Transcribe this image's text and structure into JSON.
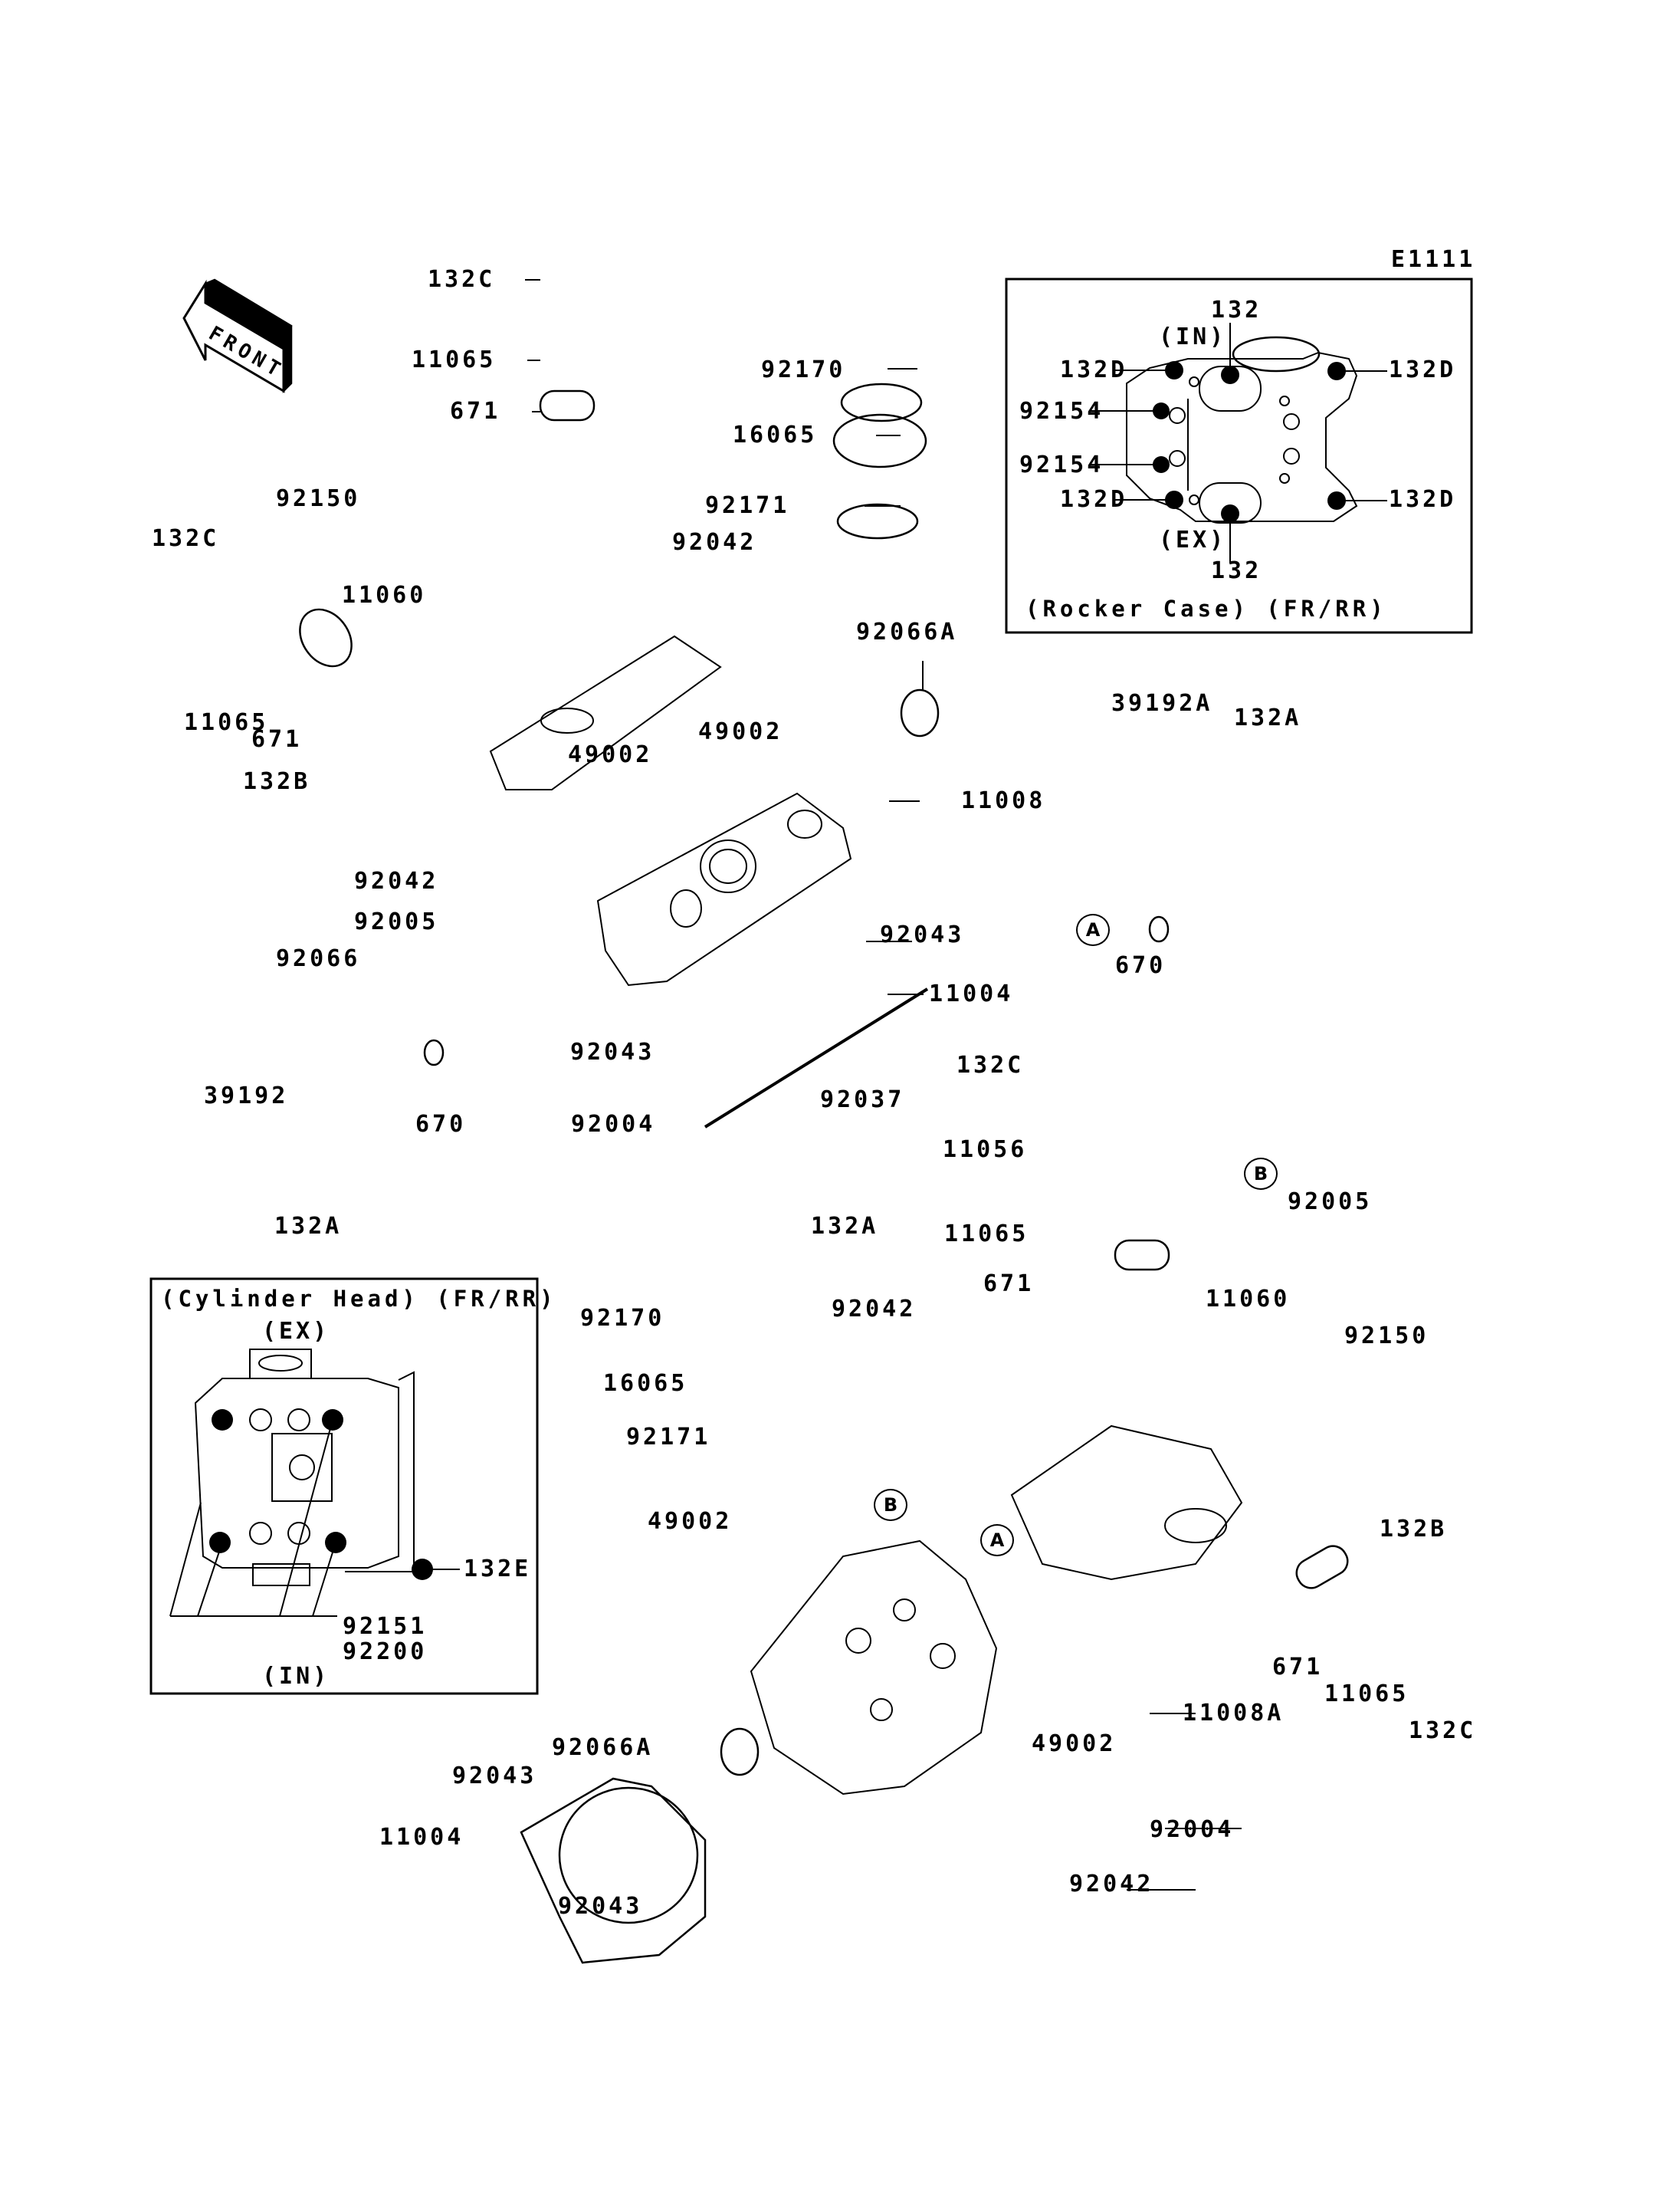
{
  "diagram": {
    "title": "Cylinder Head (Front/Rear) exploded parts diagram",
    "code": "E1111",
    "front_badge": "FRONT",
    "reference_markers": [
      "A",
      "B"
    ]
  },
  "insets": {
    "rocker_case": {
      "caption": "(Rocker Case) (FR/RR)",
      "intake_label": "(IN)",
      "exhaust_label": "(EX)",
      "parts": [
        "132",
        "132D",
        "132D",
        "92154",
        "92154",
        "132D",
        "132D",
        "132"
      ]
    },
    "cylinder_head": {
      "caption": "(Cylinder Head) (FR/RR)",
      "exhaust_label": "(EX)",
      "intake_label": "(IN)",
      "parts": [
        "132E",
        "92151",
        "92200"
      ]
    }
  },
  "callouts": {
    "upper_left": [
      "132C",
      "11065",
      "671",
      "92150",
      "132C",
      "11060",
      "11065",
      "671",
      "132B",
      "49002",
      "92042",
      "92005",
      "92066",
      "39192",
      "670",
      "92004",
      "92043",
      "132A"
    ],
    "upper_center": [
      "92170",
      "16065",
      "92171",
      "92042",
      "92066A",
      "49002",
      "11008",
      "92043",
      "11004"
    ],
    "right_middle": [
      "39192A",
      "132A",
      "670",
      "132C",
      "11056",
      "11065",
      "671",
      "92005",
      "11060",
      "92150",
      "132B",
      "671",
      "11065",
      "132C"
    ],
    "lower": [
      "92037",
      "132A",
      "92170",
      "92042",
      "16065",
      "92171",
      "49002",
      "92066A",
      "92043",
      "11004",
      "92043",
      "49002",
      "11008A",
      "92004",
      "92042"
    ]
  },
  "labels": {
    "l_132c_top": "132C",
    "l_11065_top": "11065",
    "l_671_top": "671",
    "l_92150_ul": "92150",
    "l_132c_ul": "132C",
    "l_11060_ul": "11060",
    "l_11065_ul": "11065",
    "l_671_ul": "671",
    "l_132b_ul": "132B",
    "l_92170_u": "92170",
    "l_16065_u": "16065",
    "l_92171_u": "92171",
    "l_92042_u": "92042",
    "l_92066a_u": "92066A",
    "l_49002_u1": "49002",
    "l_49002_u2": "49002",
    "l_11008": "11008",
    "l_92042_l": "92042",
    "l_92005_l": "92005",
    "l_92066_l": "92066",
    "l_92043_u": "92043",
    "l_11004_u": "11004",
    "l_92043_m": "92043",
    "l_39192": "39192",
    "l_670_l": "670",
    "l_92004_l": "92004",
    "l_132a_l": "132A",
    "l_39192a": "39192A",
    "l_132a_r": "132A",
    "l_670_r": "670",
    "l_92037": "92037",
    "l_132c_r": "132C",
    "l_11056": "11056",
    "l_11065_r": "11065",
    "l_671_r": "671",
    "l_92005_r": "92005",
    "l_132a_m": "132A",
    "l_11060_r": "11060",
    "l_92150_r": "92150",
    "l_92170_b": "92170",
    "l_92042_b": "92042",
    "l_16065_b": "16065",
    "l_92171_b": "92171",
    "l_132b_r": "132B",
    "l_49002_b": "49002",
    "l_671_b": "671",
    "l_11065_b": "11065",
    "l_132c_b": "132C",
    "l_49002_b2": "49002",
    "l_11008a": "11008A",
    "l_92066a_b": "92066A",
    "l_92043_b1": "92043",
    "l_11004_b": "11004",
    "l_92004_b": "92004",
    "l_92043_b2": "92043",
    "l_92042_b2": "92042",
    "rc_132_top": "132",
    "rc_in": "(IN)",
    "rc_132d_tl": "132D",
    "rc_132d_tr": "132D",
    "rc_92154_a": "92154",
    "rc_92154_b": "92154",
    "rc_132d_bl": "132D",
    "rc_132d_br": "132D",
    "rc_ex": "(EX)",
    "rc_132_bot": "132",
    "rc_caption": "(Rocker Case) (FR/RR)",
    "ch_caption": "(Cylinder Head) (FR/RR)",
    "ch_ex": "(EX)",
    "ch_132e": "132E",
    "ch_92151": "92151",
    "ch_92200": "92200",
    "ch_in": "(IN)"
  }
}
